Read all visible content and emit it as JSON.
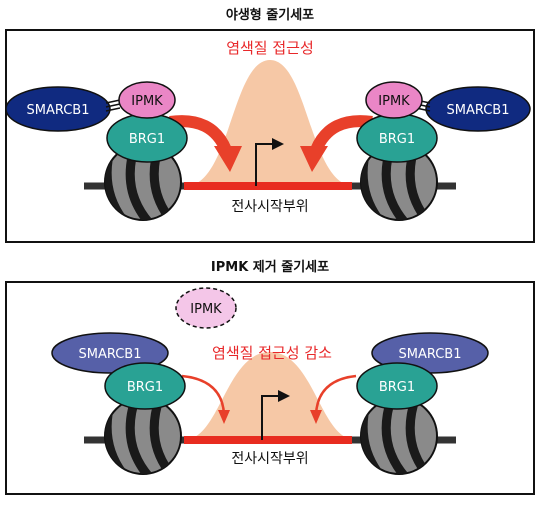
{
  "panels": {
    "wild_type": {
      "title": "야생형 줄기세포",
      "accessibility_label": "염색질 접근성",
      "tss_label": "전사시작부위",
      "proteins": {
        "left": [
          "SMARCB1",
          "IPMK",
          "BRG1"
        ],
        "right": [
          "SMARCB1",
          "IPMK",
          "BRG1"
        ]
      }
    },
    "knockout": {
      "title": "IPMK 제거 줄기세포",
      "accessibility_label": "염색질 접근성 감소",
      "tss_label": "전사시작부위",
      "missing_protein": "IPMK",
      "proteins": {
        "left": [
          "SMARCB1",
          "BRG1"
        ],
        "right": [
          "SMARCB1",
          "BRG1"
        ]
      }
    }
  },
  "colors": {
    "accessibility_text": "#e8282a",
    "dna_strand": "#e82c20",
    "accessibility_peak": "#f6c8a6",
    "smarcb1_wt": "#102a80",
    "smarcb1_ko": "#5660a8",
    "ipmk": "#ea86c6",
    "ipmk_missing": "#f4c6e8",
    "brg1": "#29a294",
    "nucleosome": "#8a8a8a"
  }
}
